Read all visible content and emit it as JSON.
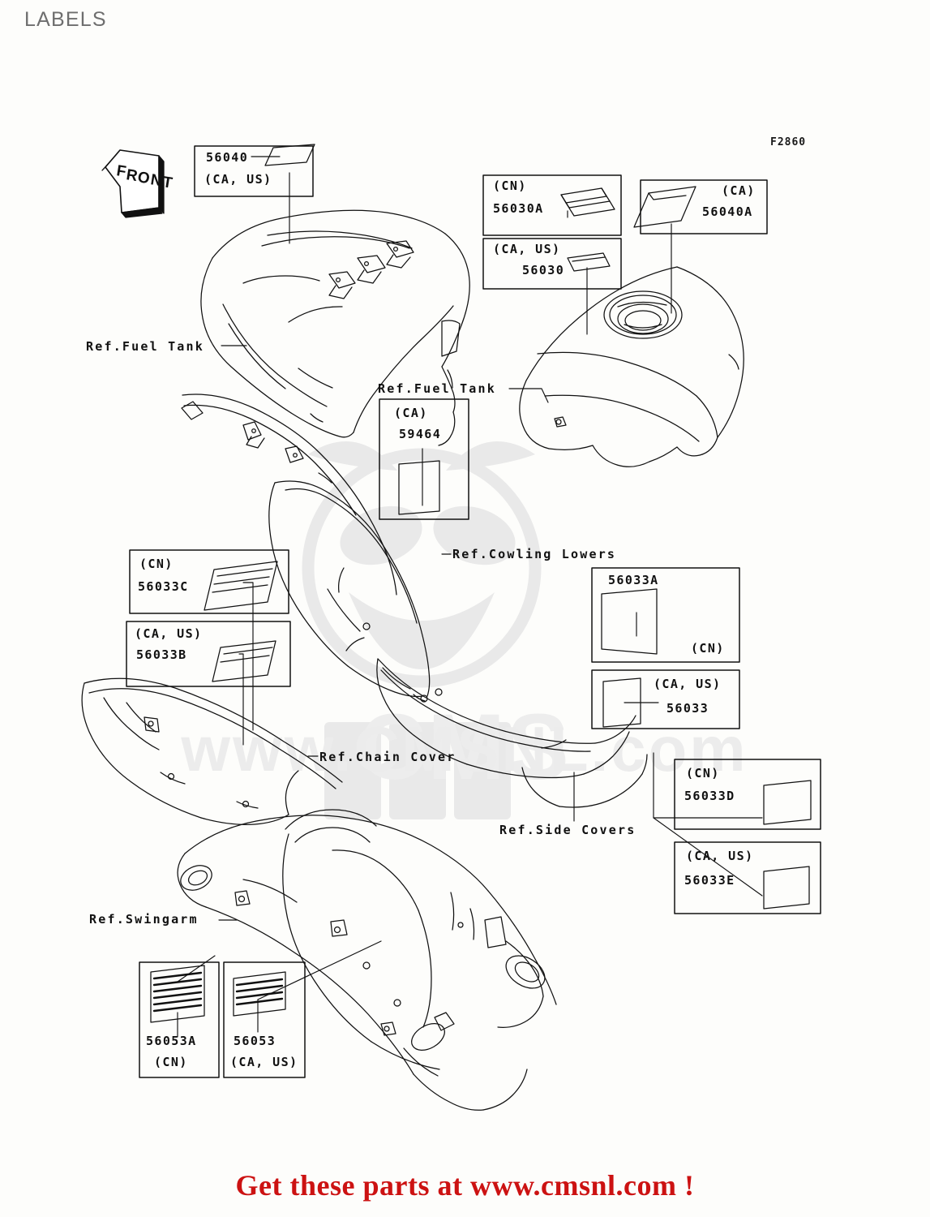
{
  "header": {
    "title": "LABELS",
    "diagram_code": "F2860"
  },
  "footer": {
    "cta": "Get these parts at www.cmsnl.com !"
  },
  "front_marker": {
    "text": "FRONT"
  },
  "watermark": {
    "text": "www.CMSNL.com",
    "brand": "CMS"
  },
  "reference_labels": [
    {
      "name": "ref-fuel-tank-left",
      "text": "Ref.Fuel Tank"
    },
    {
      "name": "ref-fuel-tank-right",
      "text": "Ref.Fuel Tank"
    },
    {
      "name": "ref-cowling-lowers",
      "text": "Ref.Cowling Lowers"
    },
    {
      "name": "ref-chain-cover",
      "text": "Ref.Chain Cover"
    },
    {
      "name": "ref-side-covers",
      "text": "Ref.Side Covers"
    },
    {
      "name": "ref-swingarm",
      "text": "Ref.Swingarm"
    }
  ],
  "part_boxes": [
    {
      "id": "box-56040",
      "part_number": "56040",
      "market": "(CA, US)",
      "market_pos": "below"
    },
    {
      "id": "box-56030a",
      "part_number": "56030A",
      "market": "(CN)",
      "market_pos": "above"
    },
    {
      "id": "box-56030",
      "part_number": "56030",
      "market": "(CA, US)",
      "market_pos": "above"
    },
    {
      "id": "box-56040a",
      "part_number": "56040A",
      "market": "(CA)",
      "market_pos": "above-right"
    },
    {
      "id": "box-59464",
      "part_number": "59464",
      "market": "(CA)",
      "market_pos": "above"
    },
    {
      "id": "box-56033c",
      "part_number": "56033C",
      "market": "(CN)",
      "market_pos": "above"
    },
    {
      "id": "box-56033b",
      "part_number": "56033B",
      "market": "(CA, US)",
      "market_pos": "above"
    },
    {
      "id": "box-56033a",
      "part_number": "56033A",
      "market": "(CN)",
      "market_pos": "below-right"
    },
    {
      "id": "box-56033",
      "part_number": "56033",
      "market": "(CA, US)",
      "market_pos": "above-right"
    },
    {
      "id": "box-56033d",
      "part_number": "56033D",
      "market": "(CN)",
      "market_pos": "above"
    },
    {
      "id": "box-56033e",
      "part_number": "56033E",
      "market": "(CA, US)",
      "market_pos": "above"
    },
    {
      "id": "box-56053a",
      "part_number": "56053A",
      "market": "(CN)",
      "market_pos": "below"
    },
    {
      "id": "box-56053",
      "part_number": "56053",
      "market": "(CA, US)",
      "market_pos": "below"
    }
  ],
  "colors": {
    "line": "#111111",
    "title": "#6e6e6e",
    "cta": "#cc1212",
    "watermark": "#e8e8e8"
  }
}
